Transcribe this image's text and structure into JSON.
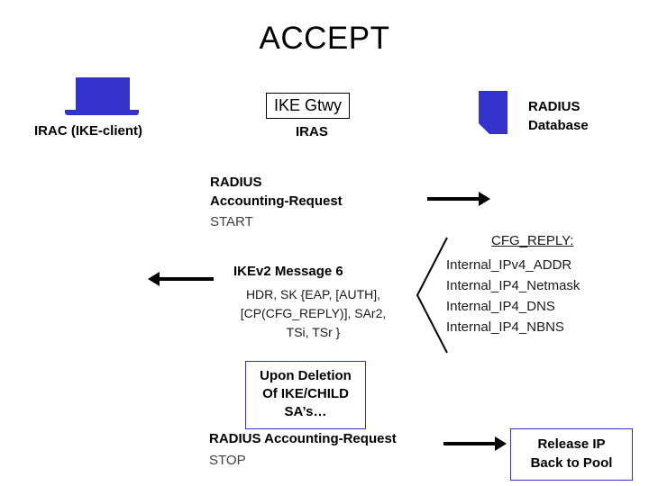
{
  "title": "ACCEPT",
  "nodes": {
    "client_label": "IRAC (IKE-client)",
    "gateway_box": "IKE Gtwy",
    "gateway_sub": "IRAS",
    "database_label": "RADIUS\nDatabase",
    "database_label_line1": "RADIUS",
    "database_label_line2": "Database"
  },
  "messages": {
    "acct_request_1_line1": "RADIUS",
    "acct_request_1_line2": "Accounting-Request",
    "acct_request_1_state": "START",
    "ikev2_msg6_title": "IKEv2 Message 6",
    "ikev2_msg6_detail": "HDR, SK {EAP, [AUTH], [CP(CFG_REPLY)], SAr2, TSi, TSr }",
    "cfg_reply_title": "CFG_REPLY:",
    "cfg_reply_items": [
      "Internal_IPv4_ADDR",
      "Internal_IP4_Netmask",
      "Internal_IP4_DNS",
      "Internal_IP4_NBNS"
    ],
    "upon_deletion_line1": "Upon Deletion",
    "upon_deletion_line2": "Of IKE/CHILD",
    "upon_deletion_line3": "SA’s…",
    "acct_request_2": "RADIUS Accounting-Request",
    "acct_request_2_state": "STOP",
    "release_ip_line1": "Release IP",
    "release_ip_line2": "Back to Pool"
  },
  "colors": {
    "accent_blue": "#3333CC",
    "text": "#000000",
    "muted_text": "#404040",
    "background": "#FFFFFF"
  }
}
